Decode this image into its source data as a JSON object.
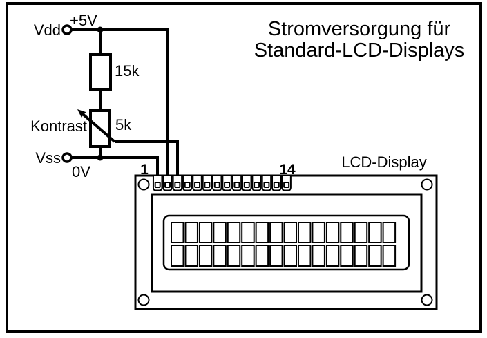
{
  "title": {
    "line1": "Stromversorgung für",
    "line2": "Standard-LCD-Displays"
  },
  "power": {
    "vdd_label": "Vdd",
    "vdd_voltage": "+5V",
    "vss_label": "Vss",
    "vss_voltage": "0V"
  },
  "components": {
    "resistor_value": "15k",
    "pot_value": "5k",
    "pot_label": "Kontrast"
  },
  "lcd": {
    "label": "LCD-Display",
    "first_pin": "1",
    "last_pin": "14",
    "pin_count": 14,
    "char_columns": 16,
    "char_rows": 2
  },
  "colors": {
    "ink": "#000000",
    "paper": "#ffffff"
  }
}
